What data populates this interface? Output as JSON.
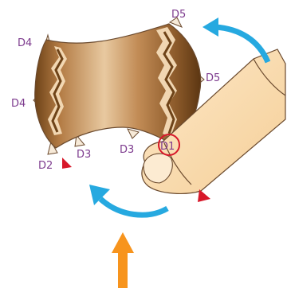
{
  "labels": {
    "d5_top": "D5",
    "d4_top": "D4",
    "d5_right": "D5",
    "d4_left": "D4",
    "d3_left": "D3",
    "d3_right": "D3",
    "d2": "D2",
    "d1": "D1"
  },
  "colors": {
    "arrow_blue": "#26a9e0",
    "arrow_orange": "#f7941d",
    "marker_red": "#d7182a",
    "label_purple": "#7d3b8e",
    "film_brown": "#b9834f",
    "finger_skin": "#fbe0b8",
    "outline": "#6b4a2e"
  }
}
